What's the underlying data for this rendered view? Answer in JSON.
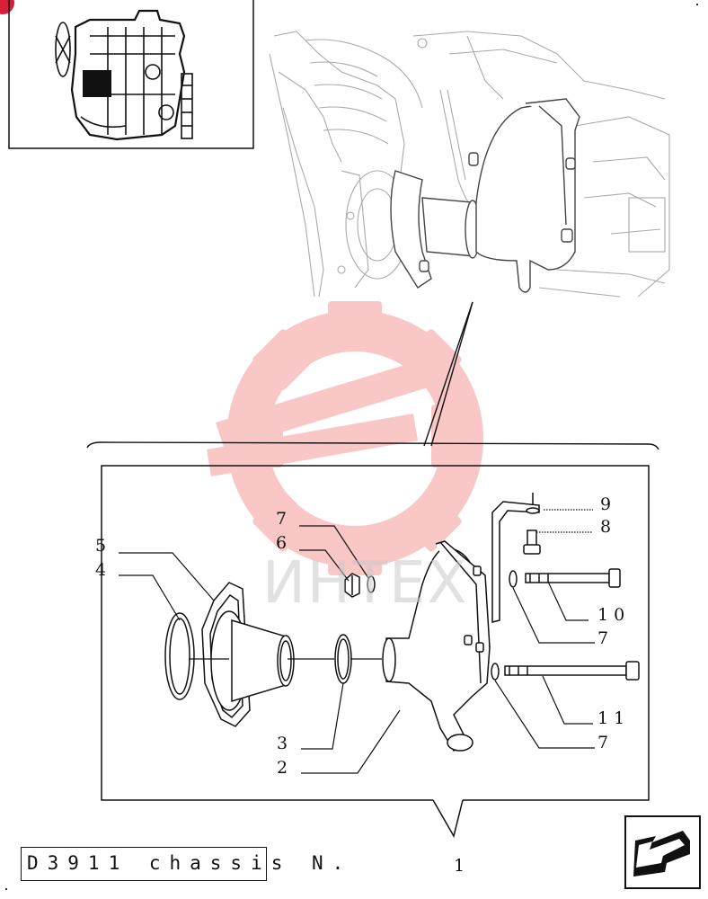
{
  "caption": "D3911 chassis N.",
  "assembly_ref": "1",
  "watermark_text": "ИНТЕХ",
  "watermark_color": "#f03a3a",
  "badge_color": "#d81e3a",
  "callouts": [
    {
      "id": "9",
      "label": "9"
    },
    {
      "id": "8",
      "label": "8"
    },
    {
      "id": "7a",
      "label": "7"
    },
    {
      "id": "6",
      "label": "6"
    },
    {
      "id": "5",
      "label": "5"
    },
    {
      "id": "4",
      "label": "4"
    },
    {
      "id": "10",
      "label": "10"
    },
    {
      "id": "7b",
      "label": "7"
    },
    {
      "id": "11",
      "label": "11"
    },
    {
      "id": "7c",
      "label": "7"
    },
    {
      "id": "3",
      "label": "3"
    },
    {
      "id": "2",
      "label": "2"
    }
  ],
  "icons": {
    "engine_thumbnail": "engine-thumbnail-icon",
    "next_page": "arrow-next-page-icon"
  }
}
